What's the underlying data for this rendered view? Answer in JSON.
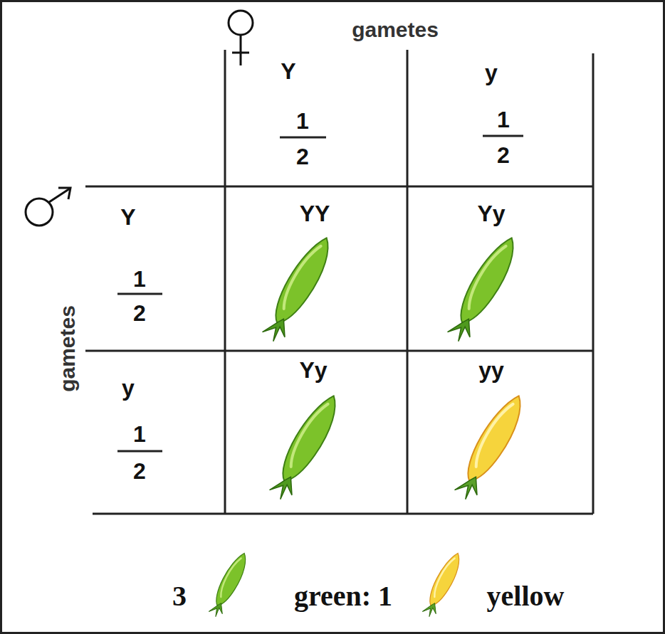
{
  "diagram": {
    "labels": [
      "gametes",
      "Y",
      "1",
      "2",
      "y",
      "1",
      "2",
      "gametes",
      "Y",
      "1",
      "2",
      "YY",
      "Yy",
      "y",
      "1",
      "2",
      "Yy",
      "yy",
      "3",
      "green: 1",
      "yellow"
    ]
  }
}
